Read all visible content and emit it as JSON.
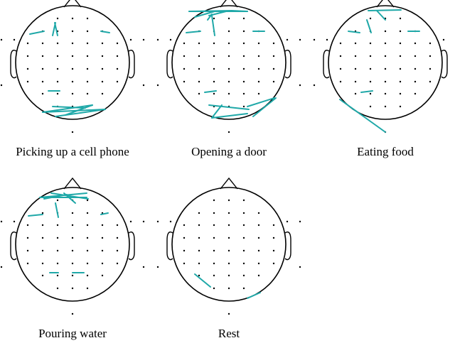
{
  "colors": {
    "connection": "#1fa8a8",
    "outline": "#000000",
    "electrode": "#000000"
  },
  "panels": [
    {
      "caption": "Picking up a  cell phone"
    },
    {
      "caption": "Opening a door"
    },
    {
      "caption": "Eating food"
    },
    {
      "caption": "Pouring water"
    },
    {
      "caption": "Rest"
    }
  ]
}
